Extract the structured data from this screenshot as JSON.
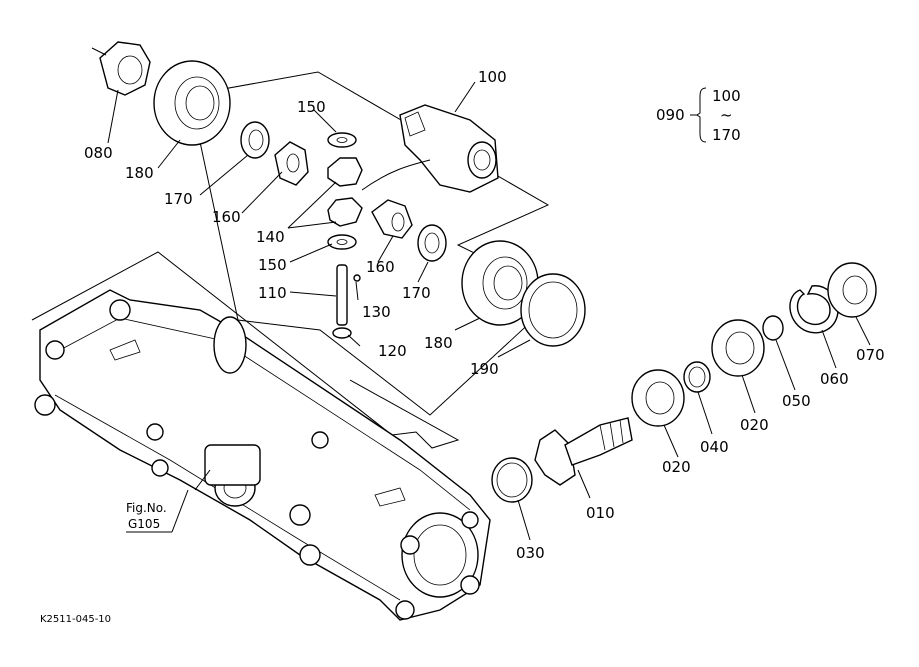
{
  "callouts": {
    "p010": "010",
    "p020a": "020",
    "p020b": "020",
    "p030": "030",
    "p040": "040",
    "p050": "050",
    "p060": "060",
    "p070": "070",
    "p080": "080",
    "p100": "100",
    "p110": "110",
    "p120": "120",
    "p130": "130",
    "p140": "140",
    "p150a": "150",
    "p150b": "150",
    "p160a": "160",
    "p160b": "160",
    "p170a": "170",
    "p170b": "170",
    "p180a": "180",
    "p180b": "180",
    "p190": "190"
  },
  "assembly_bracket": {
    "label": "090",
    "from": "100",
    "tilde": "~",
    "to": "170"
  },
  "figure_ref": {
    "line1": "Fig.No.",
    "line2": "G105"
  },
  "drawing_code": "K2511-045-10"
}
